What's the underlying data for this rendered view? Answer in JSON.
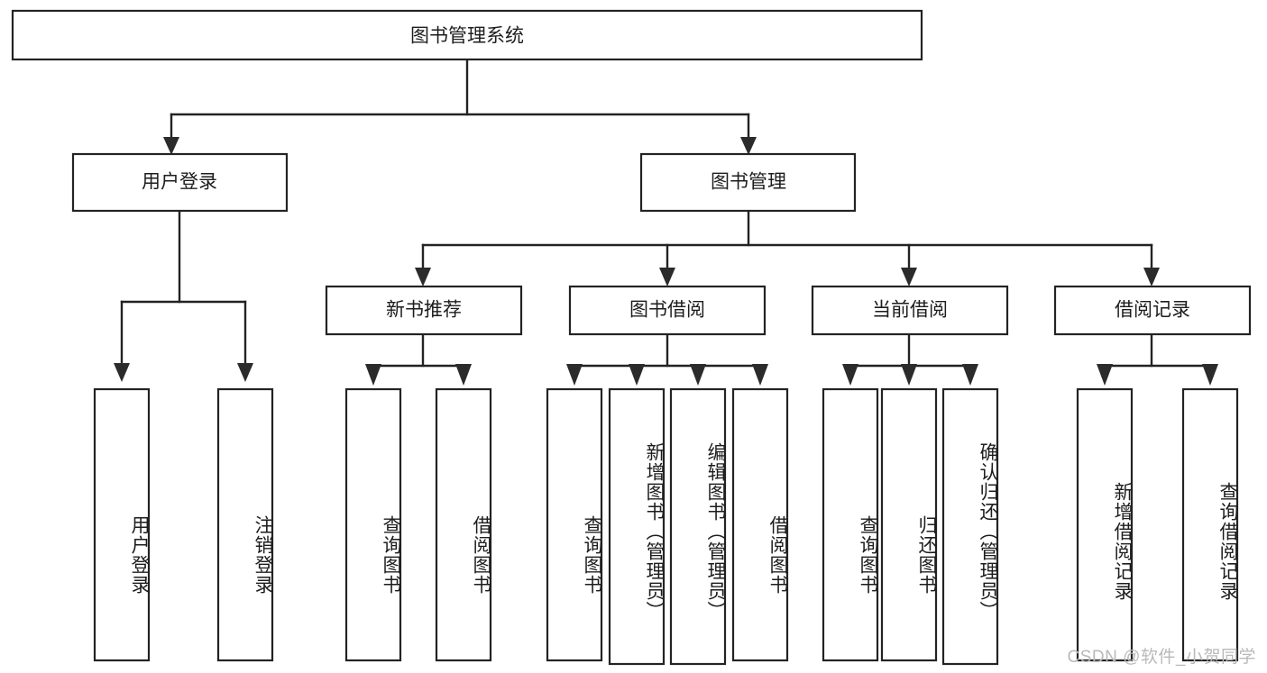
{
  "diagram": {
    "type": "tree-hierarchy",
    "title": "图书管理系统",
    "root": {
      "label": "图书管理系统",
      "children": [
        {
          "label": "用户登录",
          "children": [
            {
              "label": "用户登录"
            },
            {
              "label": "注销登录"
            }
          ]
        },
        {
          "label": "图书管理",
          "children": [
            {
              "label": "新书推荐",
              "children": [
                {
                  "label": "查询图书"
                },
                {
                  "label": "借阅图书"
                }
              ]
            },
            {
              "label": "图书借阅",
              "children": [
                {
                  "label": "查询图书"
                },
                {
                  "label": "新增图书（管理员）"
                },
                {
                  "label": "编辑图书（管理员）"
                },
                {
                  "label": "借阅图书"
                }
              ]
            },
            {
              "label": "当前借阅",
              "children": [
                {
                  "label": "查询图书"
                },
                {
                  "label": "归还图书"
                },
                {
                  "label": "确认归还（管理员）"
                }
              ]
            },
            {
              "label": "借阅记录",
              "children": [
                {
                  "label": "新增借阅记录"
                },
                {
                  "label": "查询借阅记录"
                }
              ]
            }
          ]
        }
      ]
    },
    "nodes": {
      "root_title": "图书管理系统",
      "l1_user_login": "用户登录",
      "l1_book_manage": "图书管理",
      "l2_new_book": "新书推荐",
      "l2_book_borrow": "图书借阅",
      "l2_current_borrow": "当前借阅",
      "l2_borrow_record": "借阅记录",
      "leaf_user_login": "用户登录",
      "leaf_logout": "注销登录",
      "leaf_query_book_a": "查询图书",
      "leaf_borrow_book_a": "借阅图书",
      "leaf_query_book_b": "查询图书",
      "leaf_add_book": "新增图书（管理员）",
      "leaf_edit_book": "编辑图书（管理员）",
      "leaf_borrow_book_b": "借阅图书",
      "leaf_query_book_c": "查询图书",
      "leaf_return_book": "归还图书",
      "leaf_confirm_return": "确认归还（管理员）",
      "leaf_add_record": "新增借阅记录",
      "leaf_query_record": "查询借阅记录"
    },
    "colors": {
      "box_stroke": "#232323",
      "box_fill": "#ffffff",
      "connector": "#232323",
      "text": "#1d1d1d",
      "watermark": "#b9b9b9",
      "background": "#ffffff"
    }
  },
  "watermark": {
    "text": "CSDN @软件_小贺同学"
  }
}
